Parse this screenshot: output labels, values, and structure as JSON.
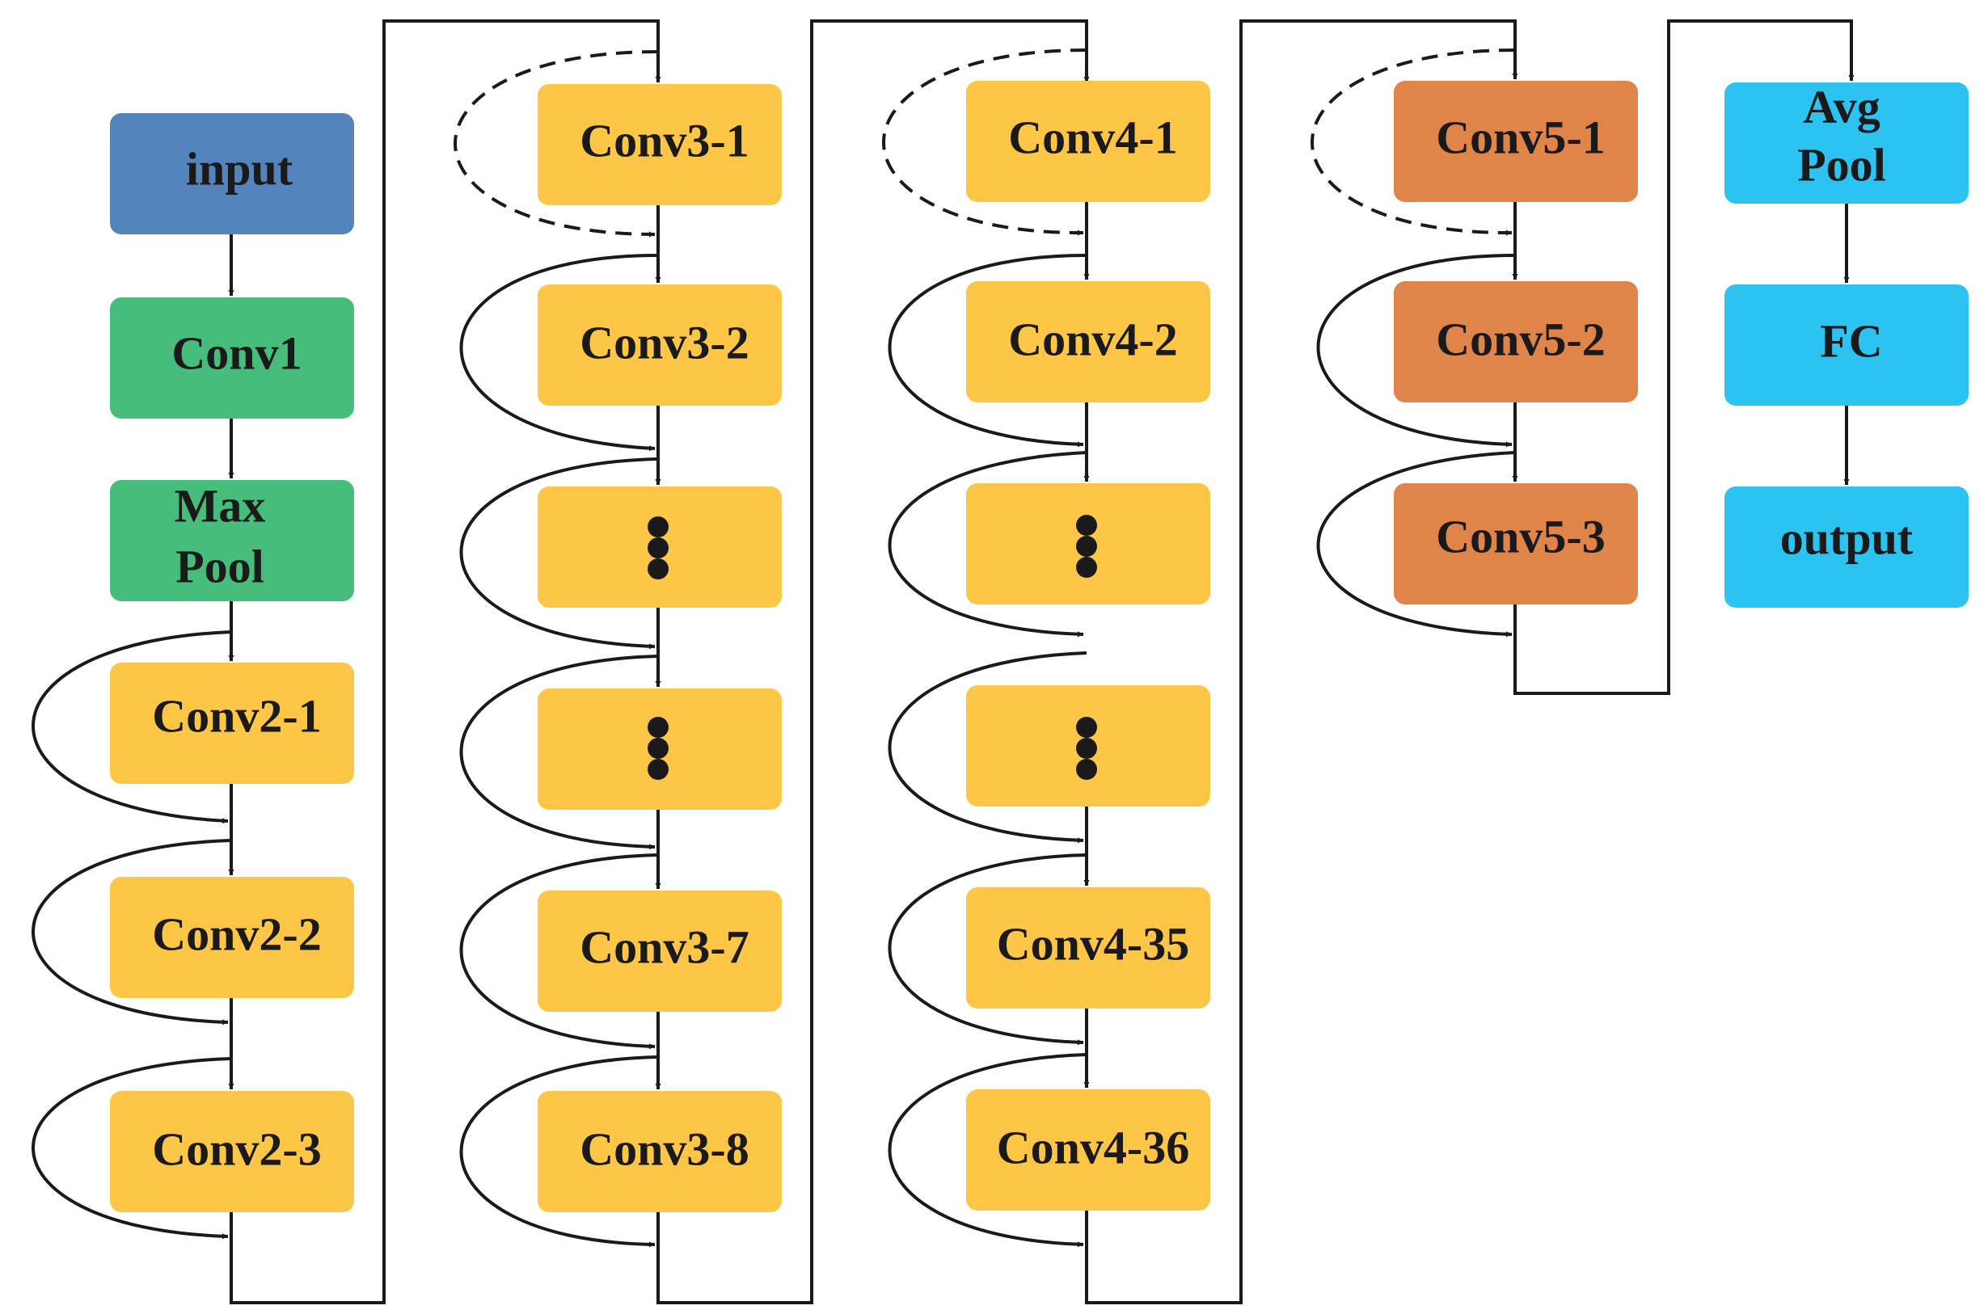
{
  "colors": {
    "input": "#5384bb",
    "stem": "#47bd7c",
    "stage_yellow": "#fdc646",
    "stage5_orange": "#e0854a",
    "head_cyan": "#2dc3f1",
    "line": "#1a1a1a"
  },
  "nodes": {
    "input": "input",
    "conv1": "Conv1",
    "maxpool_line1": "Max",
    "maxpool_line2": "Pool",
    "conv2_1": "Conv2-1",
    "conv2_2": "Conv2-2",
    "conv2_3": "Conv2-3",
    "conv3_1": "Conv3-1",
    "conv3_2": "Conv3-2",
    "conv3_7": "Conv3-7",
    "conv3_8": "Conv3-8",
    "conv4_1": "Conv4-1",
    "conv4_2": "Conv4-2",
    "conv4_35": "Conv4-35",
    "conv4_36": "Conv4-36",
    "conv5_1": "Conv5-1",
    "conv5_2": "Conv5-2",
    "conv5_3": "Conv5-3",
    "avgpool_line1": "Avg",
    "avgpool_line2": "Pool",
    "fc": "FC",
    "output": "output"
  }
}
